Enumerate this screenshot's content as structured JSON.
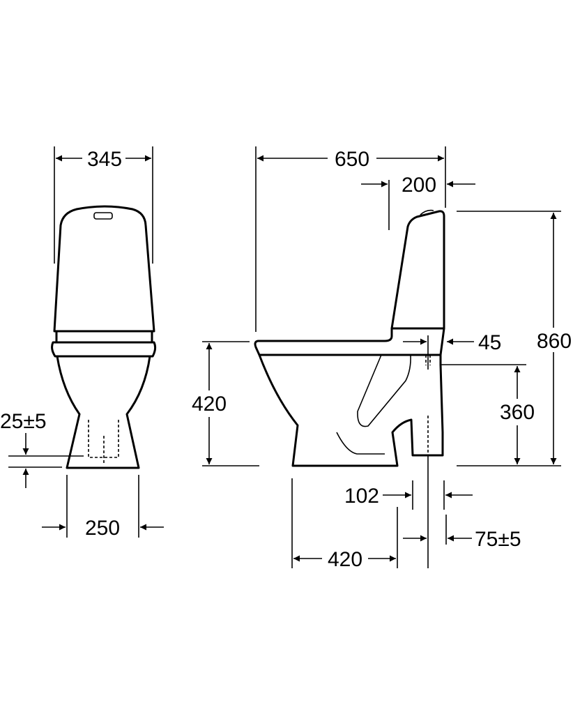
{
  "front_view": {
    "width_top": "345",
    "base_width": "250",
    "outlet_offset": "25±5"
  },
  "side_view": {
    "depth": "650",
    "tank_depth": "200",
    "tank_offset": "45",
    "total_height": "860",
    "seat_height": "420",
    "outlet_height": "360",
    "outlet_diameter": "102",
    "outlet_distance": "420",
    "wall_distance": "75±5"
  }
}
